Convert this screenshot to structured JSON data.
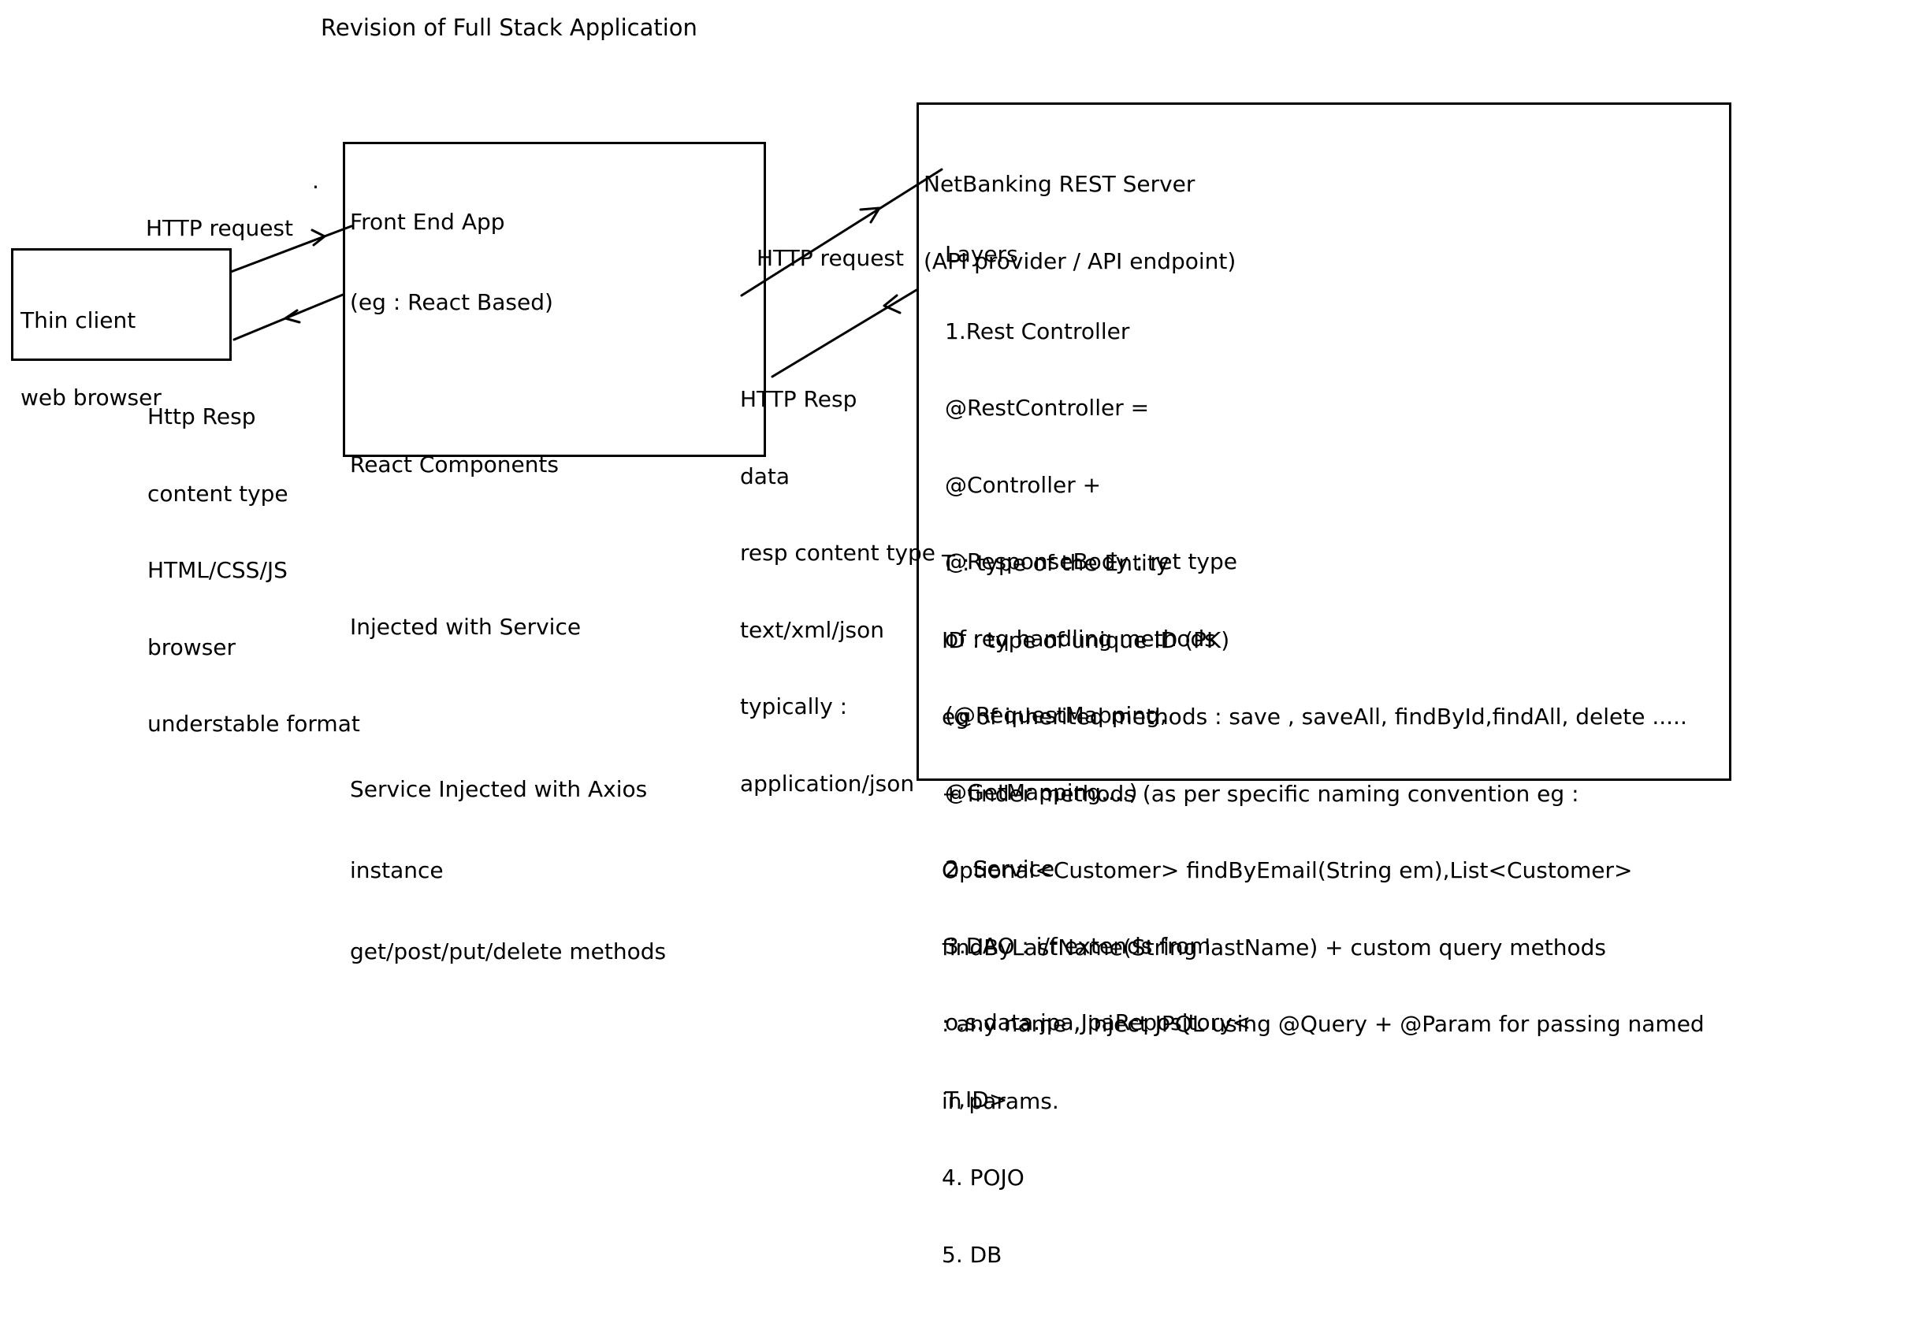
{
  "title": "Revision of Full Stack Application",
  "thin_client": {
    "lines": [
      "Thin client",
      "web browser"
    ]
  },
  "front_end": {
    "lines": [
      "Front End App",
      "(eg : React Based)",
      "",
      "React Components",
      "",
      "Injected with Service",
      "",
      "Service Injected with Axios",
      "instance",
      "get/post/put/delete methods"
    ]
  },
  "server": {
    "header_lines": [
      "NetBanking REST Server",
      "(API provider / API endpoint)"
    ],
    "layer_lines": [
      "Layers",
      "1.Rest Controller",
      "@RestController =",
      "@Controller +",
      "@ResponseBody : ret type",
      "of req handling methods",
      "(@RequestMapping,",
      "@GetMapping....)",
      "2. Service",
      "3.DAO : i/f extends from",
      "o.s.data.jpa.JpaRepository<",
      "T,ID>"
    ],
    "detail_lines": [
      "T : type of the Entity",
      "ID : type of unique ID (PK)",
      "eg of inherited methods : save , saveAll, findById,findAll, delete .....",
      "+ finder methods (as per specific naming convention eg :",
      "Optional<Customer> findByEmail(String em),List<Customer>",
      "findByLastName(String lastName) + custom query methods",
      ": any name , inject JPQL using @Query + @Param for passing named",
      "in params.",
      "4. POJO",
      "5. DB"
    ]
  },
  "labels": {
    "client_request": "HTTP request",
    "client_response_lines": [
      "Http Resp",
      "content type",
      "HTML/CSS/JS",
      "browser",
      "understable format"
    ],
    "server_request": "HTTP request",
    "server_response_lines": [
      "HTTP Resp",
      "data",
      "resp content type",
      "text/xml/json",
      "typically :",
      "application/json"
    ]
  },
  "dot": "."
}
